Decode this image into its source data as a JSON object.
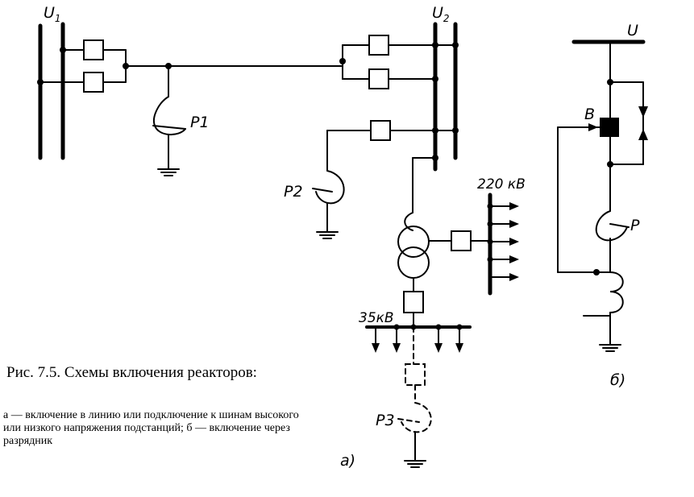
{
  "labels": {
    "u1": "U",
    "u1_sub": "1",
    "u2": "U",
    "u2_sub": "2",
    "u": "U",
    "p1": "P1",
    "p2": "P2",
    "p3": "P3",
    "p": "P",
    "b": "B",
    "kv220": "220 кВ",
    "kv35": "35кВ",
    "a_label": "а)",
    "b_label": "б)"
  },
  "caption": {
    "title": "Рис. 7.5. Схемы включения реакторов:",
    "body": "а — включение в линию или подключение к шинам высокого или низкого напряжения подстанций; б — включение через разрядник"
  }
}
